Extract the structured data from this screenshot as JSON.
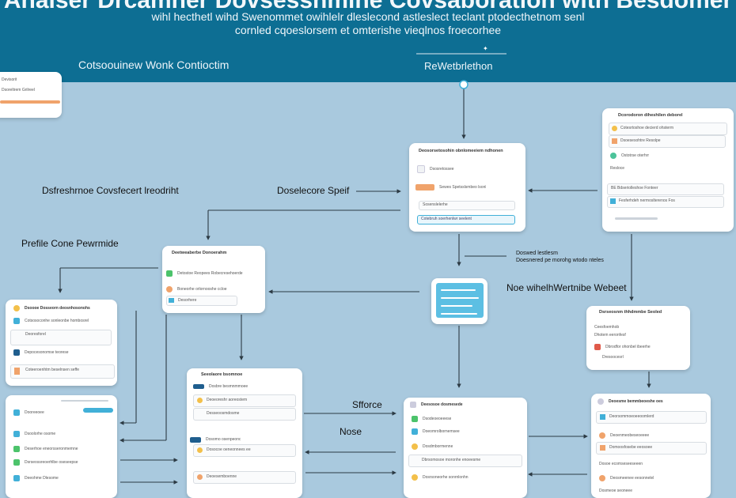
{
  "header": {
    "title": "Anaiser Drcamner Dovsessnmine Covsaboration with Besdomer",
    "subtitle_1": "wihl hecthetl wihd Swenommet owihlelr dleslecond astleslect teclant ptodecthetnom senl",
    "subtitle_2": "cornled cqoeslorsem et omterishe vieqlnos froecorhee",
    "left_label": "Cotsoouinew Wonk  Contioctim",
    "right_label": "ReWetbrlethon"
  },
  "labels": {
    "deficience": "Dsfreshrnoe Covsfecert lreodriht",
    "doselecore": "Doselecore Speif",
    "prefile": "Prefile Cone Pewrmide",
    "annotation": "Doswed lestlesm\nDoesnered pe morohg wtodo nteles",
    "noe": "Noe wihelhWertnibe Webeet",
    "sifforce": "Sfforce",
    "nose": "Nose"
  },
  "cards": {
    "top_left": {
      "rows": [
        "Devisorit",
        "Dsoreltrem Grilreel",
        ""
      ]
    },
    "main_top": {
      "title": "Deosorsetosohin obnlomeeiem ndhonen",
      "rows": [
        "Dsosretossee",
        "Sewes   Spetsslsmbeo lsonl",
        "Sosenslelerhe",
        "Cotebruh soerhenlwr seelent"
      ]
    },
    "top_right": {
      "title": "Dcorodoron diheshilen deborel",
      "rows": [
        "Cotesrtoshoe decierd ohsterm",
        "Dsoesesohtre Resolpe",
        "Ostotrse oterhrr",
        "Resloce",
        "BE   Bdseriolleshoe Fonteer",
        "Fesferhdeh nermoslterenos Fos"
      ]
    },
    "mid_left": {
      "title": "Deetweaberbe Donoerahm",
      "rows": [
        "Detostoe Reopees Robecresehoerde",
        "Boneorhe orlornooshe ccloe",
        "Desorhere"
      ]
    },
    "center_small": {
      "rows": [
        "",
        "",
        "",
        ""
      ]
    },
    "right_mid": {
      "title": "Dsrseosnm thhdmmbe Seoled",
      "rows": [
        "Ceesfoemhob",
        "Dhotem eeronfesf",
        "Dbrodfor ohonbel ibeerhe",
        "Dresoocesrl"
      ]
    },
    "left_col": {
      "title": "Dsoooe Dosseorn deosnhosonohs",
      "rows": [
        "Cotsosoconhe sonleonbe hombosrel",
        "Deoresforel",
        "Depocesonomse teorese",
        "Coteeroenhtm beselnsen seffe"
      ]
    },
    "bottom_left": {
      "rows": [
        "Dooreeoee",
        "Dsoolorhe osome",
        "Deserhoe eneorsseronmemne",
        "Dsrseossreoerhlbe oseseepse",
        "Deeohme Dlesome"
      ]
    },
    "bottom_mid": {
      "title": "Seeolaore bsomnoe",
      "rows": [
        "Dosbre besmnmmoee",
        "Deoeoreshr aoreostem",
        "Desseoosmdosme",
        "Dosomo osenpeonc",
        "Dosocoe oeneonnees ee",
        "Deoesemboenne"
      ]
    },
    "bottom_center": {
      "title": "Deesosoe dosmesede",
      "rows": [
        "Dsodeoeoeeese",
        "Doeomrolbornemsee",
        "Dosdmbormenne",
        "Dbrsomosoe moronhe enoeesme",
        "Dosrsoneorhe sonrnlonhn"
      ]
    },
    "bottom_right": {
      "title": "Deoesme bemmbeoeshe oes",
      "rows": [
        "Deorsommoeoeeoomlerd",
        "Deoenmeobeseoeeee",
        "Domoosfosebe eeosoee",
        "Dosoe ecomseseeseeen",
        "Deosmeenee eesonnelel",
        "Dosmeoe seoneee"
      ]
    }
  },
  "colors": {
    "header": "#0d6e93",
    "background": "#a9c9de",
    "accent_orange": "#f0a36b",
    "accent_blue": "#41b0d8",
    "accent_green": "#4cc36b",
    "accent_yellow": "#f3c04a",
    "accent_navy": "#1f5e8e"
  }
}
